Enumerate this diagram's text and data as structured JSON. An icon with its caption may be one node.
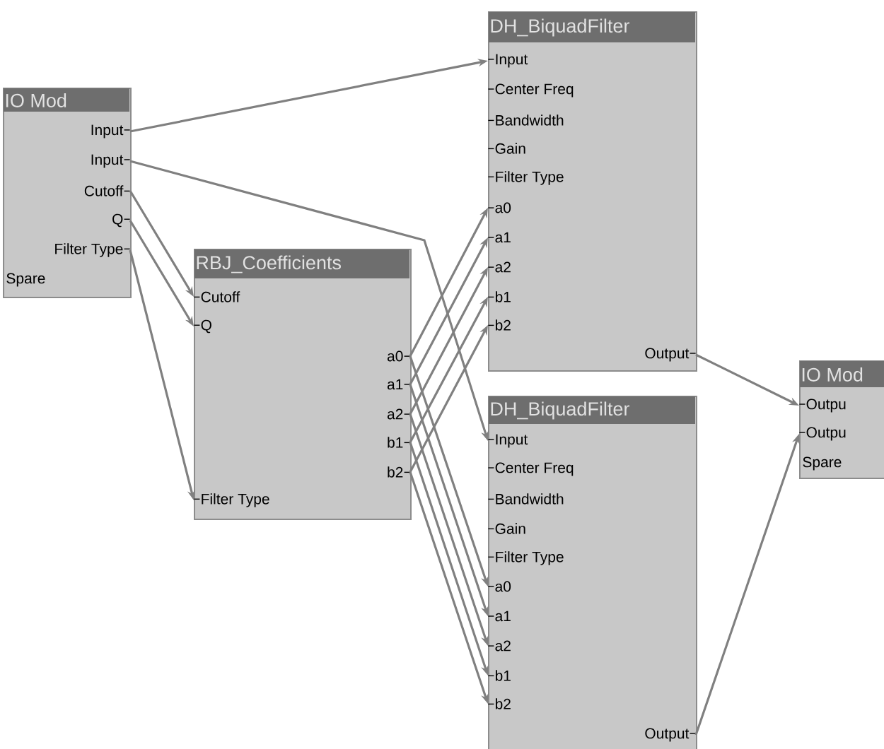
{
  "diagram": {
    "nodes": [
      {
        "text": [
          "IO Mod"
        ]
      },
      {
        "text": [
          "Input"
        ],
        "in": 0
      },
      {
        "text": [
          "Input"
        ],
        "in": 0
      },
      {
        "text": [
          "Cutoff"
        ],
        "in": 0
      },
      {
        "text": [
          "Q"
        ],
        "in": 0
      },
      {
        "text": [
          "Filter Type"
        ],
        "in": 0
      },
      {
        "text": [
          "Spare"
        ],
        "in": 0
      },
      {
        "text": [
          "RBJ_Coefficients"
        ]
      },
      {
        "text": [
          "Cutoff"
        ],
        "in": 7
      },
      {
        "text": [
          "Q"
        ],
        "in": 7
      },
      {
        "text": [
          "a0"
        ],
        "in": 7
      },
      {
        "text": [
          "a1"
        ],
        "in": 7
      },
      {
        "text": [
          "a2"
        ],
        "in": 7
      },
      {
        "text": [
          "b1"
        ],
        "in": 7
      },
      {
        "text": [
          "b2"
        ],
        "in": 7
      },
      {
        "text": [
          "Filter Type"
        ],
        "in": 7
      },
      {
        "text": [
          "DH_BiquadFilter"
        ]
      },
      {
        "text": [
          "Input"
        ],
        "in": 16
      },
      {
        "text": [
          "Center Freq"
        ],
        "in": 16
      },
      {
        "text": [
          "Bandwidth"
        ],
        "in": 16
      },
      {
        "text": [
          "Gain"
        ],
        "in": 16
      },
      {
        "text": [
          "Filter Type"
        ],
        "in": 16
      },
      {
        "text": [
          "a0"
        ],
        "in": 16
      },
      {
        "text": [
          "a1"
        ],
        "in": 16
      },
      {
        "text": [
          "a2"
        ],
        "in": 16
      },
      {
        "text": [
          "b1"
        ],
        "in": 16
      },
      {
        "text": [
          "b2"
        ],
        "in": 16
      },
      {
        "text": [
          "Output"
        ],
        "in": 16
      },
      {
        "text": [
          "DH_BiquadFilter"
        ]
      },
      {
        "text": [
          "Input"
        ],
        "in": 28
      },
      {
        "text": [
          "Center Freq"
        ],
        "in": 28
      },
      {
        "text": [
          "Bandwidth"
        ],
        "in": 28
      },
      {
        "text": [
          "Gain"
        ],
        "in": 28
      },
      {
        "text": [
          "Filter Type"
        ],
        "in": 28
      },
      {
        "text": [
          "a0"
        ],
        "in": 28
      },
      {
        "text": [
          "a1"
        ],
        "in": 28
      },
      {
        "text": [
          "a2"
        ],
        "in": 28
      },
      {
        "text": [
          "b1"
        ],
        "in": 28
      },
      {
        "text": [
          "b2"
        ],
        "in": 28
      },
      {
        "text": [
          "Output"
        ],
        "in": 28
      },
      {
        "text": [
          "IO Mod"
        ]
      },
      {
        "text": [
          "Outpu"
        ],
        "in": 40
      },
      {
        "text": [
          "Outpu"
        ],
        "in": 40
      },
      {
        "text": [
          "Spare"
        ],
        "in": 40
      }
    ],
    "edges": [
      {
        "from": 1,
        "to": 17,
        "arrow": "to"
      },
      {
        "from": 2,
        "to": 29,
        "arrow": "to"
      },
      {
        "from": 3,
        "to": 8,
        "arrow": "to"
      },
      {
        "from": 4,
        "to": 9,
        "arrow": "to"
      },
      {
        "from": 5,
        "to": 15,
        "arrow": "to"
      },
      {
        "from": 10,
        "to": 22,
        "arrow": "to"
      },
      {
        "from": 11,
        "to": 23,
        "arrow": "to"
      },
      {
        "from": 12,
        "to": 24,
        "arrow": "to"
      },
      {
        "from": 13,
        "to": 25,
        "arrow": "to"
      },
      {
        "from": 14,
        "to": 26,
        "arrow": "to"
      },
      {
        "from": 10,
        "to": 34,
        "arrow": "to"
      },
      {
        "from": 11,
        "to": 35,
        "arrow": "to"
      },
      {
        "from": 12,
        "to": 36,
        "arrow": "to"
      },
      {
        "from": 13,
        "to": 37,
        "arrow": "to"
      },
      {
        "from": 14,
        "to": 38,
        "arrow": "to"
      },
      {
        "from": 27,
        "to": 41,
        "arrow": "to"
      },
      {
        "from": 39,
        "to": 42,
        "arrow": "to"
      }
    ]
  }
}
